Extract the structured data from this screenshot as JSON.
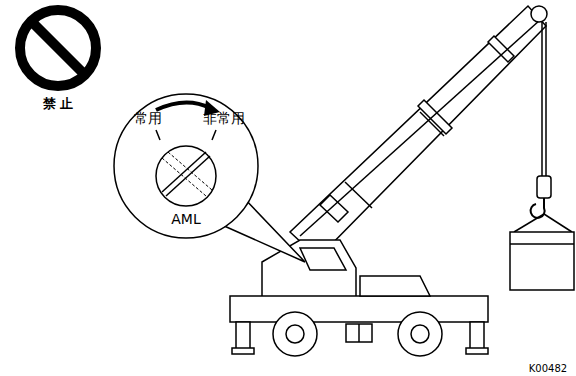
{
  "diagram": {
    "nodes": [
      {
        "text": [
          "常用",
          "非常用",
          "AML"
        ]
      }
    ],
    "labels": [
      "禁 止",
      "K00482"
    ]
  }
}
